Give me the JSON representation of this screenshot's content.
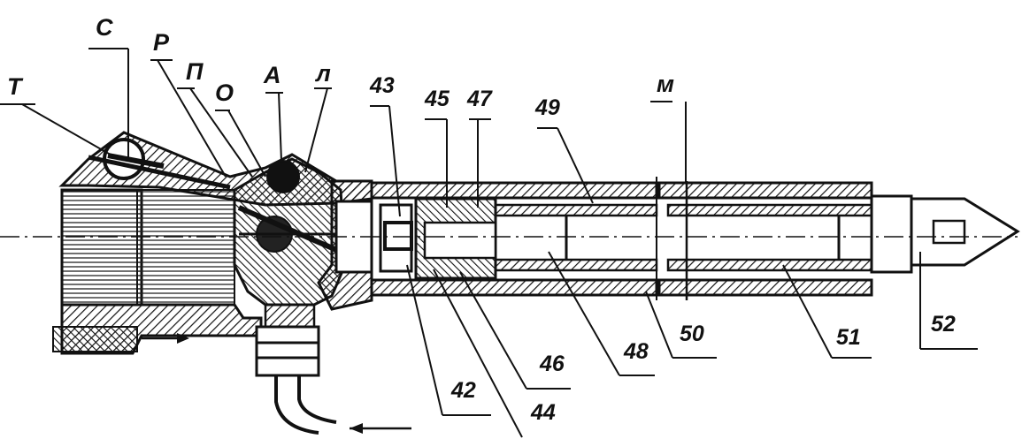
{
  "diagram": {
    "letter_labels": [
      "Т",
      "С",
      "Р",
      "П",
      "О",
      "А",
      "л",
      "м"
    ],
    "number_labels": [
      "43",
      "45",
      "47",
      "49",
      "42",
      "44",
      "46",
      "48",
      "50",
      "51",
      "52"
    ]
  },
  "colors": {
    "ink": "#111111",
    "background": "#ffffff"
  }
}
